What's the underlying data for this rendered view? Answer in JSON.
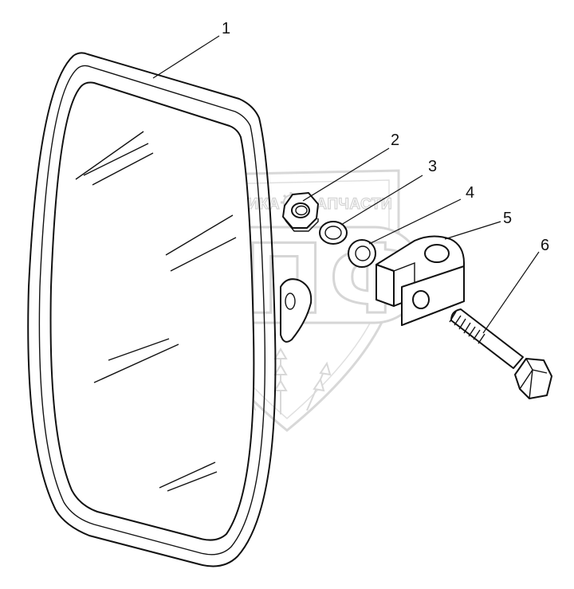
{
  "callouts": [
    {
      "id": "1",
      "label": "1"
    },
    {
      "id": "2",
      "label": "2"
    },
    {
      "id": "3",
      "label": "3"
    },
    {
      "id": "4",
      "label": "4"
    },
    {
      "id": "5",
      "label": "5"
    },
    {
      "id": "6",
      "label": "6"
    }
  ],
  "watermark": {
    "left_text": "ТЕХНИКА",
    "right_text": "ЗАПЧАСТИ",
    "big_text": "ЭПФ"
  },
  "colors": {
    "line": "#111111",
    "watermark": "#d0d0d0",
    "background": "#ffffff"
  }
}
